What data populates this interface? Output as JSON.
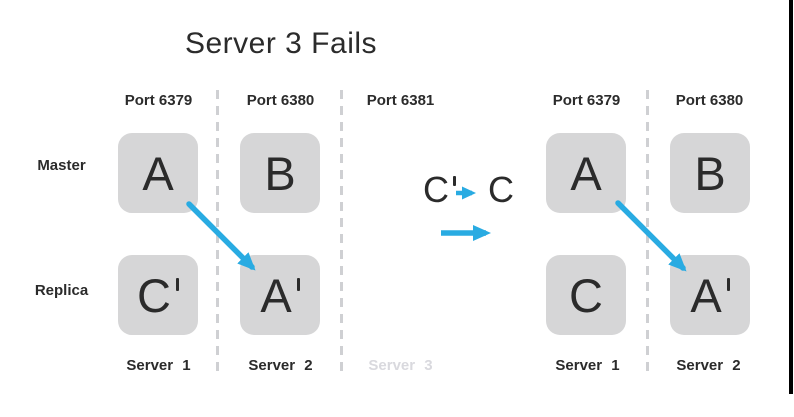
{
  "title": "Server 3 Fails",
  "row_labels": {
    "master": "Master",
    "replica": "Replica"
  },
  "left_diagram": {
    "ports": [
      "Port 6379",
      "Port 6380",
      "Port 6381"
    ],
    "boxes": {
      "master": [
        {
          "letter": "A",
          "prime": false
        },
        {
          "letter": "B",
          "prime": false
        }
      ],
      "replica": [
        {
          "letter": "C",
          "prime": true
        },
        {
          "letter": "A",
          "prime": true
        }
      ]
    },
    "servers": [
      {
        "label": "Server 1",
        "failed": false
      },
      {
        "label": "Server 2",
        "failed": false
      },
      {
        "label": "Server 3",
        "failed": true
      }
    ]
  },
  "transition": {
    "from_letter": "C",
    "from_prime": true,
    "to_letter": "C"
  },
  "right_diagram": {
    "ports": [
      "Port 6379",
      "Port 6380"
    ],
    "boxes": {
      "master": [
        {
          "letter": "A",
          "prime": false
        },
        {
          "letter": "B",
          "prime": false
        }
      ],
      "replica": [
        {
          "letter": "C",
          "prime": false
        },
        {
          "letter": "A",
          "prime": true
        }
      ]
    },
    "servers": [
      {
        "label": "Server 1"
      },
      {
        "label": "Server 2"
      }
    ]
  },
  "colors": {
    "accent_blue": "#29ABE2",
    "box_fill": "#D6D6D7",
    "text_dark": "#2B2B2B",
    "muted_gray": "#D9D9DE",
    "divider_gray": "#CFD0D3"
  }
}
